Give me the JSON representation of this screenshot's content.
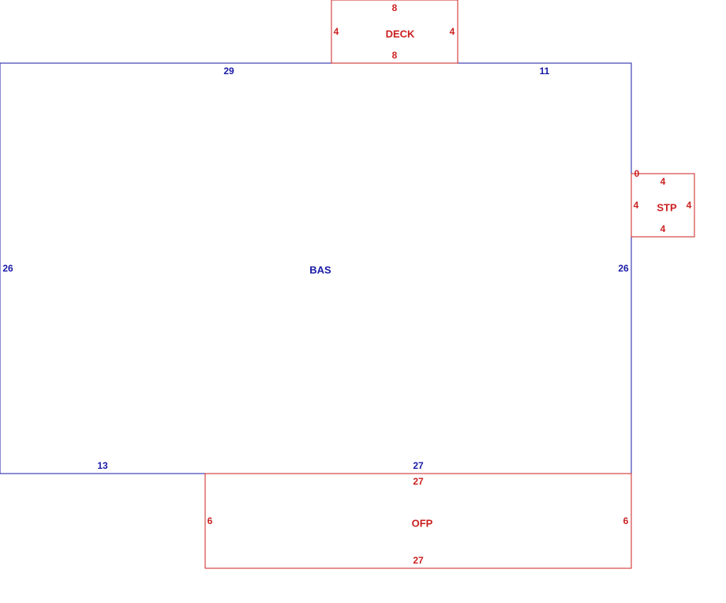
{
  "colors": {
    "main": "#1a1aa6",
    "addition": "#cc1f1f",
    "background": "#ffffff"
  },
  "bas": {
    "label": "BAS",
    "dims": {
      "top_left": "29",
      "top_right": "11",
      "left": "26",
      "right": "26",
      "bottom_left": "13",
      "bottom_right": "27"
    }
  },
  "deck": {
    "label": "DECK",
    "dims": {
      "top": "8",
      "bottom": "8",
      "left": "4",
      "right": "4"
    }
  },
  "stp": {
    "label": "STP",
    "dims": {
      "corner": "0",
      "top": "4",
      "bottom": "4",
      "left": "4",
      "right": "4"
    }
  },
  "ofp": {
    "label": "OFP",
    "dims": {
      "top": "27",
      "bottom": "27",
      "left": "6",
      "right": "6"
    }
  }
}
